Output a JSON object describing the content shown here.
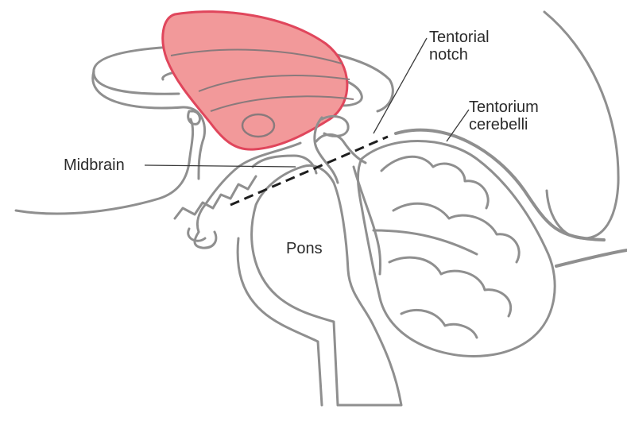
{
  "labels": {
    "tentorial_notch": [
      "Tentorial",
      "notch"
    ],
    "tentorium_cerebelli": [
      "Tentorium",
      "cerebelli"
    ],
    "midbrain": "Midbrain",
    "pons": "Pons"
  },
  "colors": {
    "highlight_fill": "#f2999a",
    "highlight_stroke": "#e0465c",
    "outline": "#8f8f8f",
    "text": "#2b2b2b",
    "notch_line": "#1e1e1e"
  }
}
